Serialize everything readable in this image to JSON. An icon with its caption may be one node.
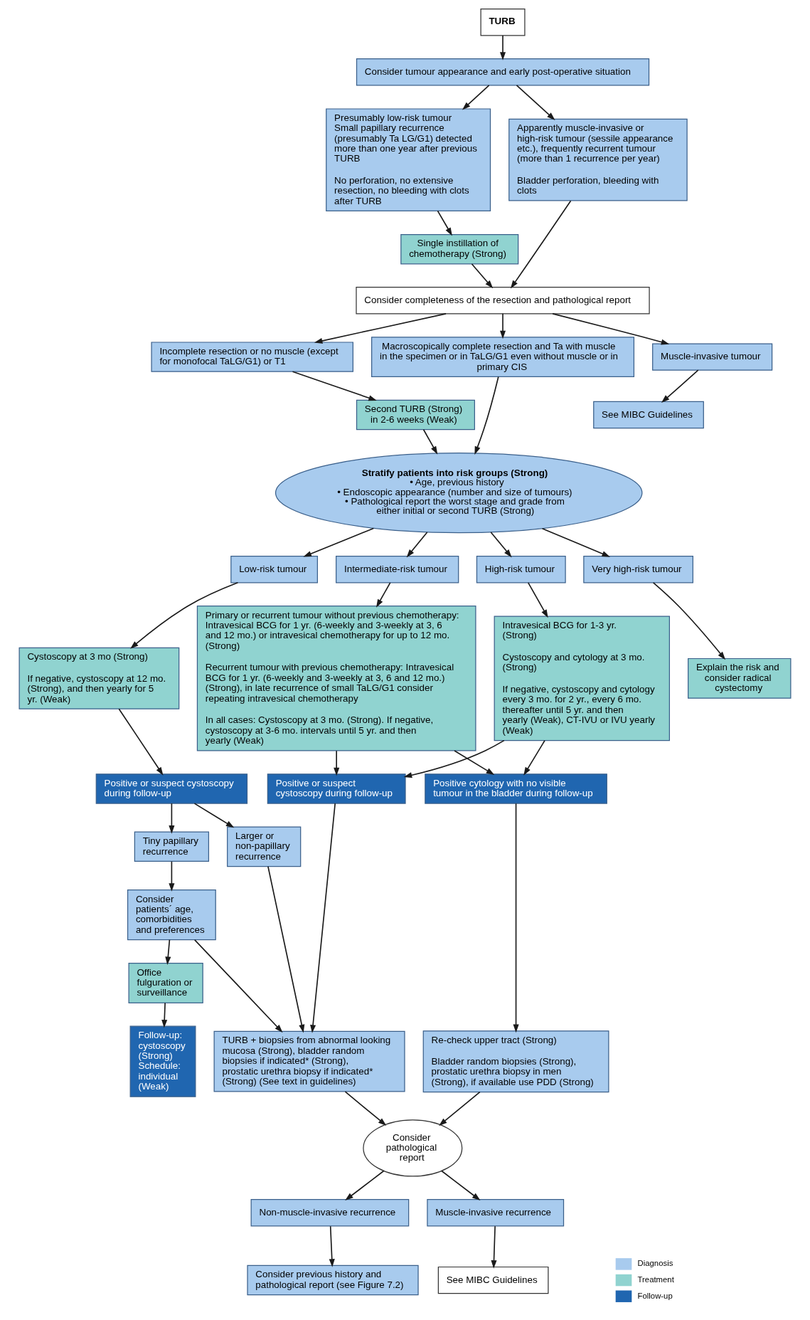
{
  "diagram": {
    "nodes": [
      {
        "text": [
          "TURB"
        ]
      },
      {
        "text": [
          "Consider tumour appearance and early post-operative situation"
        ]
      },
      {
        "text": [
          "Presumably low-risk tumour",
          "Small papillary recurrence (presumably Ta LG/G1) detected more than one year after previous TURB",
          "No perforation, no extensive resection, no bleeding with clots after TURB"
        ]
      },
      {
        "text": [
          "Apparently muscle-invasive or high-risk tumour (sessile appearance etc.), frequently recurrent tumour (more than 1 recurrence per year)",
          "Bladder perforation, bleeding with clots"
        ]
      },
      {
        "text": [
          "Single instillation of chemotherapy (Strong)"
        ]
      },
      {
        "text": [
          "Consider completeness of the resection and pathological report"
        ]
      },
      {
        "text": [
          "Incomplete resection or no muscle (except for monofocal TaLG/G1) or T1"
        ]
      },
      {
        "text": [
          "Macroscopically complete resection and Ta with muscle in the specimen or in TaLG/G1 even without muscle or in primary CIS"
        ]
      },
      {
        "text": [
          "Muscle-invasive tumour"
        ]
      },
      {
        "text": [
          "Second TURB (Strong) in 2-6 weeks (Weak)"
        ]
      },
      {
        "text": [
          "See MIBC Guidelines"
        ]
      },
      {
        "text": [
          "Stratify patients into risk groups (Strong)",
          "• Age, previous history",
          "• Endoscopic appearance (number and size of tumours)",
          "• Pathological report the worst stage and grade from either initial or second TURB (Strong)"
        ]
      },
      {
        "text": [
          "Low-risk tumour"
        ]
      },
      {
        "text": [
          "Intermediate-risk tumour"
        ]
      },
      {
        "text": [
          "High-risk tumour"
        ]
      },
      {
        "text": [
          "Very high-risk tumour"
        ]
      },
      {
        "text": [
          "Cystoscopy at 3 mo (Strong)",
          "If negative, cystoscopy at 12 mo. (Strong), and then yearly for 5 yr. (Weak)"
        ]
      },
      {
        "text": [
          "Primary or recurrent tumour without previous chemotherapy: Intravesical BCG for 1 yr. (6-weekly and 3-weekly at 3, 6 and 12 mo.) or intravesical chemotherapy for up to 12 mo. (Strong)",
          "Recurrent tumour with previous chemotherapy: Intravesical BCG for 1 yr. (6-weekly and 3-weekly at 3, 6 and 12 mo.) (Strong), in late recurrence of small TaLG/G1 consider repeating intravesical chemotherapy",
          "In all cases: Cystoscopy at 3 mo. (Strong). If negative, cystoscopy at 3-6 mo. intervals until 5 yr. and then yearly (Weak)"
        ]
      },
      {
        "text": [
          "Explain the risk and consider radical cystectomy"
        ]
      },
      {
        "text": [
          "Positive or suspect cystoscopy during follow-up"
        ]
      },
      {
        "text": [
          "Tiny papillary recurrence"
        ]
      },
      {
        "text": [
          "Larger or non-papillary recurrence"
        ]
      },
      {
        "text": [
          "Intravesical BCG for 1-3 yr. (Strong)",
          "Cystoscopy and cytology at 3 mo. (Strong)",
          "If negative, cystoscopy and cytology every 3 mo. for 2 yr., every 6 mo. thereafter until 5 yr. and then yearly (Weak), CT-IVU or IVU yearly (Weak)"
        ]
      },
      {
        "text": [
          "Consider patients´ age, comorbidities and preferences"
        ]
      },
      {
        "text": [
          "Positive or suspect cystoscopy during follow-up"
        ]
      },
      {
        "text": [
          "Office fulguration or surveillance"
        ]
      },
      {
        "text": [
          "Positive cytology with no visible tumour in the bladder during follow-up"
        ]
      },
      {
        "text": [
          "Follow-up: cystoscopy (Strong) Schedule: individual (Weak)"
        ]
      },
      {
        "text": [
          "TURB + biopsies from abnormal looking mucosa (Strong), bladder random biopsies if indicated* (Strong), prostatic urethra biopsy if indicated* (Strong) (See text in guidelines)"
        ]
      },
      {
        "text": [
          "Re-check upper tract (Strong)",
          "Bladder random biopsies (Strong), prostatic urethra biopsy in men (Strong), if available use PDD (Strong)"
        ]
      },
      {
        "text": [
          "Consider pathological report"
        ]
      },
      {
        "text": [
          "Non-muscle-invasive recurrence"
        ]
      },
      {
        "text": [
          "Muscle-invasive recurrence"
        ]
      },
      {
        "text": [
          "Consider previous history and pathological report (see Figure 7.2)"
        ]
      },
      {
        "text": [
          "See MIBC Guidelines"
        ]
      }
    ],
    "edges": [
      {
        "from": 0,
        "to": 1,
        "arrow": "to"
      },
      {
        "from": 1,
        "to": 2,
        "arrow": "to"
      },
      {
        "from": 1,
        "to": 3,
        "arrow": "to"
      },
      {
        "from": 2,
        "to": 4,
        "arrow": "to"
      },
      {
        "from": 4,
        "to": 5,
        "arrow": "to"
      },
      {
        "from": 3,
        "to": 5,
        "arrow": "to"
      },
      {
        "from": 5,
        "to": 6,
        "arrow": "to"
      },
      {
        "from": 5,
        "to": 7,
        "arrow": "to"
      },
      {
        "from": 5,
        "to": 8,
        "arrow": "to"
      },
      {
        "from": 6,
        "to": 9,
        "arrow": "to"
      },
      {
        "from": 8,
        "to": 10,
        "arrow": "to"
      },
      {
        "from": 7,
        "to": 11,
        "arrow": "to"
      },
      {
        "from": 9,
        "to": 11,
        "arrow": "to"
      },
      {
        "from": 11,
        "to": 12,
        "arrow": "to"
      },
      {
        "from": 11,
        "to": 13,
        "arrow": "to"
      },
      {
        "from": 11,
        "to": 14,
        "arrow": "to"
      },
      {
        "from": 11,
        "to": 15,
        "arrow": "to"
      },
      {
        "from": 12,
        "to": 16,
        "arrow": "to"
      },
      {
        "from": 13,
        "to": 17,
        "arrow": "to"
      },
      {
        "from": 15,
        "to": 18,
        "arrow": "to"
      },
      {
        "from": 14,
        "to": 22,
        "arrow": "to"
      },
      {
        "from": 16,
        "to": 19,
        "arrow": "to"
      },
      {
        "from": 19,
        "to": 20,
        "arrow": "to"
      },
      {
        "from": 19,
        "to": 21,
        "arrow": "to"
      },
      {
        "from": 20,
        "to": 23,
        "arrow": "to"
      },
      {
        "from": 23,
        "to": 28,
        "arrow": "to"
      },
      {
        "from": 23,
        "to": 25,
        "arrow": "to"
      },
      {
        "from": 25,
        "to": 27,
        "arrow": "to"
      },
      {
        "from": 21,
        "to": 28,
        "arrow": "to"
      },
      {
        "from": 17,
        "to": 24,
        "arrow": "to"
      },
      {
        "from": 17,
        "to": 26,
        "arrow": "to"
      },
      {
        "from": 22,
        "to": 24,
        "arrow": "to"
      },
      {
        "from": 22,
        "to": 26,
        "arrow": "to"
      },
      {
        "from": 24,
        "to": 28,
        "arrow": "to"
      },
      {
        "from": 26,
        "to": 29,
        "arrow": "to"
      },
      {
        "from": 28,
        "to": 30,
        "arrow": "to"
      },
      {
        "from": 29,
        "to": 30,
        "arrow": "to"
      },
      {
        "from": 30,
        "to": 31,
        "arrow": "to"
      },
      {
        "from": 30,
        "to": 32,
        "arrow": "to"
      },
      {
        "from": 31,
        "to": 33,
        "arrow": "to"
      },
      {
        "from": 32,
        "to": 34,
        "arrow": "to"
      }
    ],
    "legend": [
      {
        "text": "Diagnosis",
        "color": "#a8cbee"
      },
      {
        "text": "Treatment",
        "color": "#90d3d0"
      },
      {
        "text": "Follow-up",
        "color": "#2066b0"
      }
    ]
  }
}
